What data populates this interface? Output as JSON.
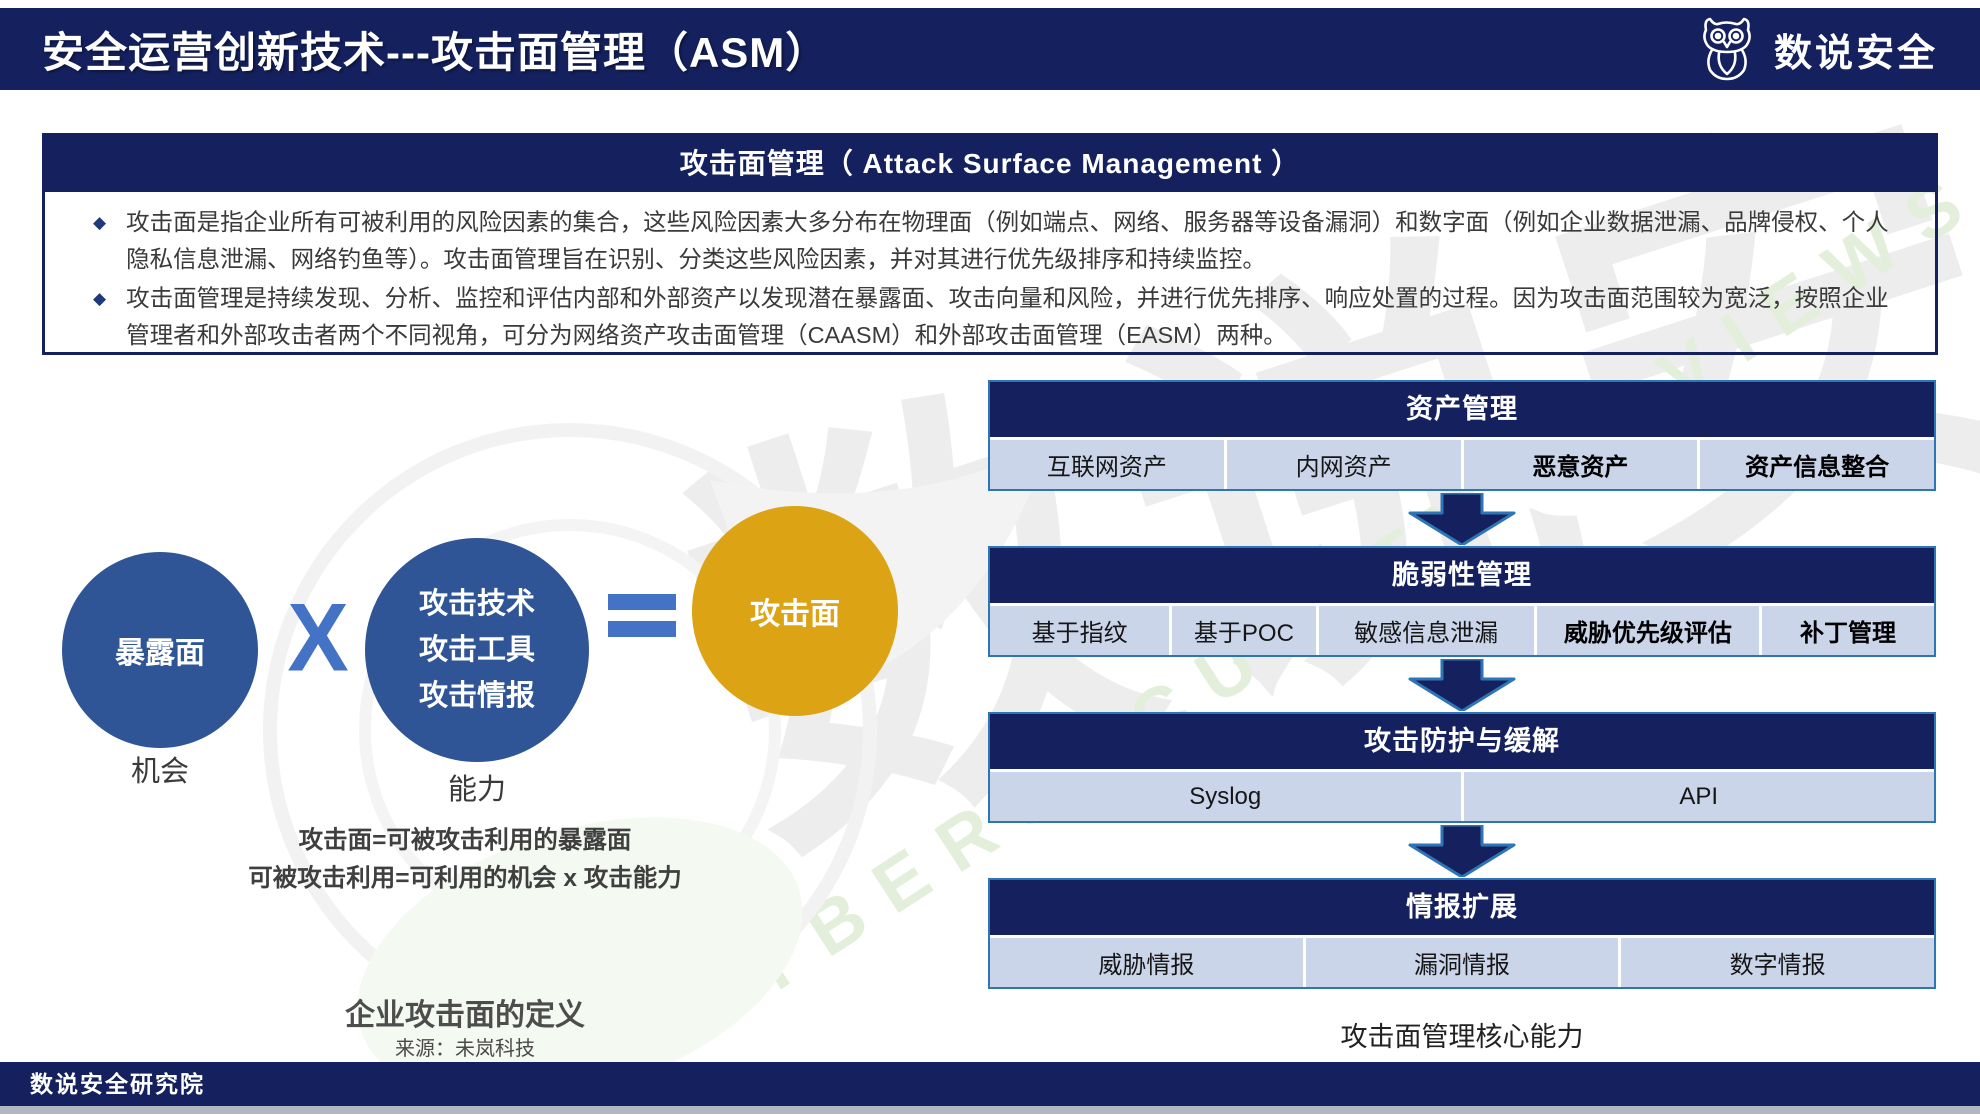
{
  "header": {
    "title": "安全运营创新技术---攻击面管理（ASM）",
    "brand": "数说安全"
  },
  "definition_box": {
    "title": "攻击面管理（ Attack Surface Management ）",
    "bullets": [
      "攻击面是指企业所有可被利用的风险因素的集合，这些风险因素大多分布在物理面（例如端点、网络、服务器等设备漏洞）和数字面（例如企业数据泄漏、品牌侵权、个人隐私信息泄漏、网络钓鱼等）。攻击面管理旨在识别、分类这些风险因素，并对其进行优先级排序和持续监控。",
      "攻击面管理是持续发现、分析、监控和评估内部和外部资产以发现潜在暴露面、攻击向量和风险，并进行优先排序、响应处置的过程。因为攻击面范围较为宽泛，按照企业管理者和外部攻击者两个不同视角，可分为网络资产攻击面管理（CAASM）和外部攻击面管理（EASM）两种。"
    ]
  },
  "diagram": {
    "circle1": "暴露面",
    "x_operator": "X",
    "circle2_lines": [
      "攻击技术",
      "攻击工具",
      "攻击情报"
    ],
    "circle3": "攻击面",
    "label1": "机会",
    "label2": "能力",
    "formula_lines": [
      "攻击面=可被攻击利用的暴露面",
      "可被攻击利用=可利用的机会 x 攻击能力"
    ],
    "caption": "企业攻击面的定义",
    "source": "来源：未岚科技"
  },
  "flowchart": {
    "sections": [
      {
        "title": "资产管理",
        "cells": [
          {
            "label": "互联网资产",
            "bold": false
          },
          {
            "label": "内网资产",
            "bold": false
          },
          {
            "label": "恶意资产",
            "bold": true
          },
          {
            "label": "资产信息整合",
            "bold": true
          }
        ]
      },
      {
        "title": "脆弱性管理",
        "cells": [
          {
            "label": "基于指纹",
            "bold": false
          },
          {
            "label": "基于POC",
            "bold": false
          },
          {
            "label": "敏感信息泄漏",
            "bold": false
          },
          {
            "label": "威胁优先级评估",
            "bold": true
          },
          {
            "label": "补丁管理",
            "bold": true
          }
        ]
      },
      {
        "title": "攻击防护与缓解",
        "cells": [
          {
            "label": "Syslog",
            "bold": false
          },
          {
            "label": "API",
            "bold": false
          }
        ]
      },
      {
        "title": "情报扩展",
        "cells": [
          {
            "label": "威胁情报",
            "bold": false
          },
          {
            "label": "漏洞情报",
            "bold": false
          },
          {
            "label": "数字情报",
            "bold": false
          }
        ]
      }
    ],
    "caption": "攻击面管理核心能力"
  },
  "footer": {
    "text": "数说安全研究院"
  },
  "watermark": {
    "text_cn": "数说安全",
    "text_en": "CYBERSECURITY  REVIEWS"
  },
  "icons": {
    "bullet_diamond": "◆"
  },
  "colors": {
    "navy": "#14215E",
    "accent_blue": "#4472C4",
    "circle_blue": "#2F5597",
    "gold": "#DCA414",
    "row_light": "#CBD5EA",
    "border_blue": "#2E75B6"
  }
}
